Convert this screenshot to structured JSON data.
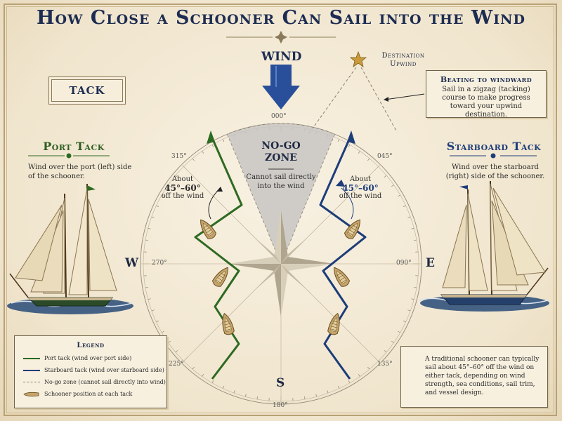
{
  "title": "How Close a Schooner Can Sail into the Wind",
  "wind_label": "WIND",
  "destination": {
    "line1": "Destination",
    "line2": "Upwind"
  },
  "tack_label": "TACK",
  "beating": {
    "title": "Beating to windward",
    "text": "Sail in a zigzag (tacking) course to make progress toward your upwind destination."
  },
  "port": {
    "title": "Port Tack",
    "desc": "Wind over the port (left) side of the schooner."
  },
  "starboard": {
    "title": "Starboard Tack",
    "desc": "Wind over the starboard (right) side of the schooner."
  },
  "no_go": {
    "title_line1": "NO-GO",
    "title_line2": "ZONE",
    "text": "Cannot sail directly into the wind"
  },
  "about_angle": {
    "line1": "About",
    "angle": "45°–60°",
    "line3": "off the wind"
  },
  "compass": {
    "bearings": {
      "n": "000°",
      "ne": "045°",
      "e": "090°",
      "se": "135°",
      "s": "180°",
      "sw": "225°",
      "w": "270°",
      "nw": "315°"
    },
    "cardinals": {
      "w": "W",
      "e": "E",
      "s": "S"
    },
    "no_go_half_angle_deg": 22.5
  },
  "legend": {
    "title": "Legend",
    "items": [
      {
        "label": "Port tack (wind over port side)",
        "color": "#2e6a22",
        "style": "solid"
      },
      {
        "label": "Starboard tack (wind over starboard side)",
        "color": "#1d3d7a",
        "style": "solid"
      },
      {
        "label": "No-go zone (cannot sail directly into wind)",
        "color": "#8a8070",
        "style": "dashed"
      },
      {
        "label": "Schooner position at each tack",
        "color": "#a07d4a",
        "style": "icon"
      }
    ]
  },
  "info": {
    "text": "A traditional schooner can typically sail about 45°–60° off the wind on either tack, depending on wind strength, sea conditions, sail trim, and vessel design."
  },
  "colors": {
    "port": "#2e6a22",
    "starboard": "#1d3d7a",
    "title": "#1d2c52",
    "wind_arrow": "#2a4f9a",
    "nogo_fill": "#c9c6c4"
  }
}
